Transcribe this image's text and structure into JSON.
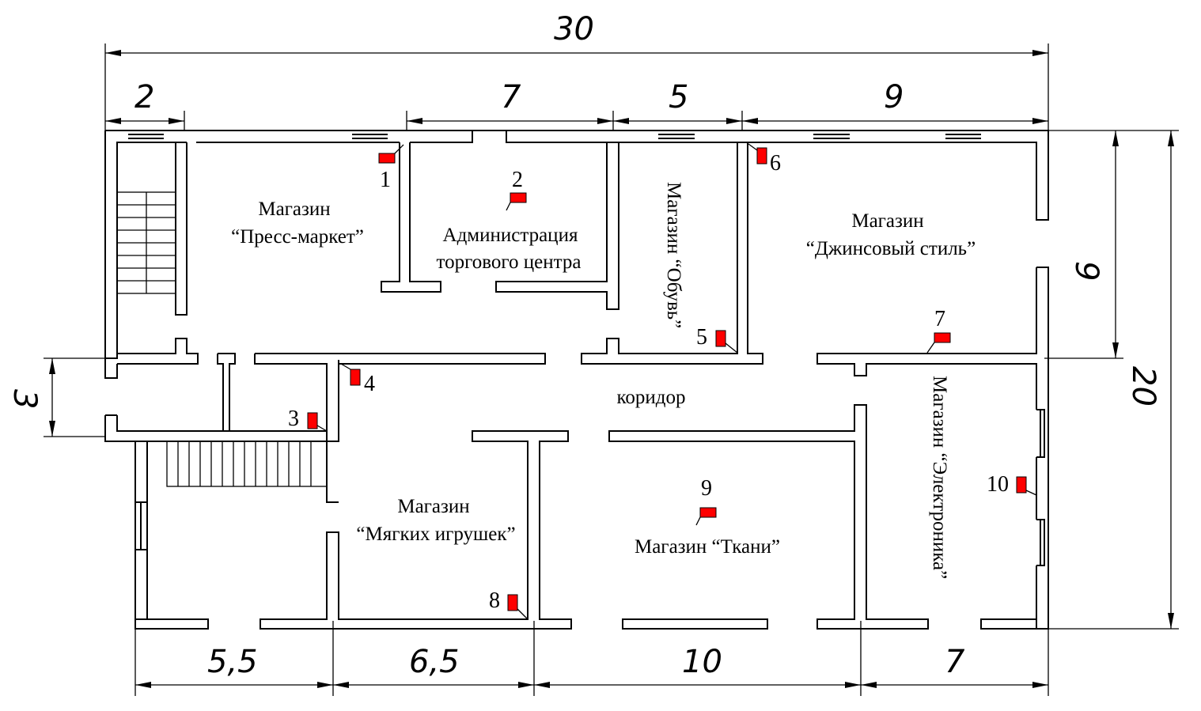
{
  "dimensions": {
    "total_width": "30",
    "top_left": "2",
    "top_admin": "7",
    "top_shoes": "5",
    "top_jeans": "9",
    "right_upper": "9",
    "right_total": "20",
    "left_corridor": "3",
    "bottom_1": "5,5",
    "bottom_2": "6,5",
    "bottom_3": "10",
    "bottom_4": "7"
  },
  "rooms": {
    "press_line1": "Магазин",
    "press_line2": "“Пресс-маркет”",
    "admin_line1": "Администрация",
    "admin_line2": "торгового центра",
    "shoes": "Магазин “Обувь”",
    "jeans_line1": "Магазин",
    "jeans_line2": "“Джинсовый стиль”",
    "corridor": "коридор",
    "toys_line1": "Магазин",
    "toys_line2": "“Мягких игрушек”",
    "fabric": "Магазин “Ткани”",
    "electronics": "Магазин “Электроника”"
  },
  "markers": [
    "1",
    "2",
    "3",
    "4",
    "5",
    "6",
    "7",
    "8",
    "9",
    "10"
  ],
  "colors": {
    "marker": "#ff0000",
    "lines": "#000000"
  }
}
